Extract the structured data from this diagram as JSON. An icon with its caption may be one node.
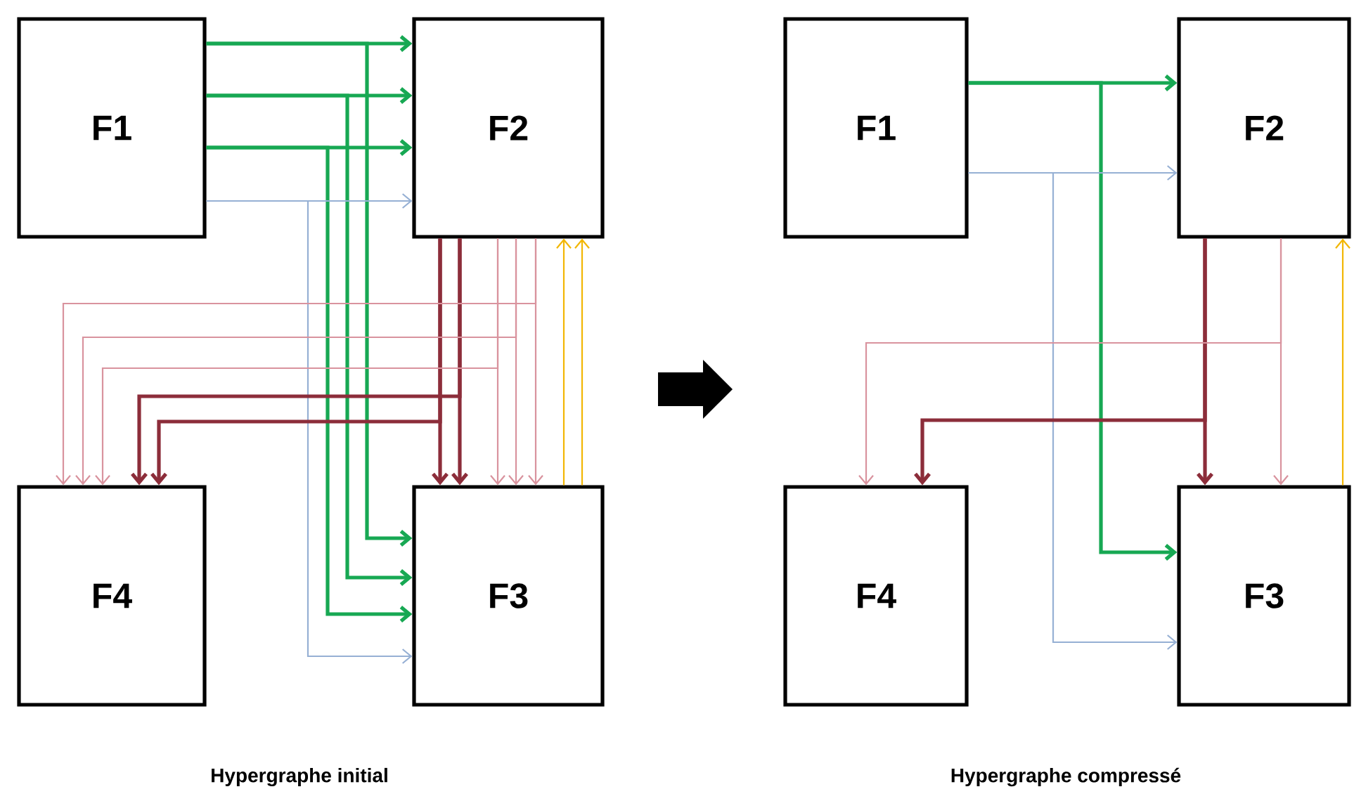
{
  "diagram": {
    "nodes": [
      {
        "text": [
          "F1"
        ]
      },
      {
        "text": [
          "F2"
        ]
      },
      {
        "text": [
          "F3"
        ]
      },
      {
        "text": [
          "F4"
        ]
      },
      {
        "text": [
          "F1"
        ]
      },
      {
        "text": [
          "F2"
        ]
      },
      {
        "text": [
          "F3"
        ]
      },
      {
        "text": [
          "F4"
        ]
      }
    ],
    "edges": [
      {
        "from": 0,
        "to": 1,
        "arrow": "to",
        "style": "thick",
        "color": "#17a853"
      },
      {
        "from": 0,
        "to": 2,
        "arrow": "to",
        "style": "thick",
        "color": "#17a853"
      },
      {
        "from": 0,
        "to": 1,
        "arrow": "to",
        "style": "thick",
        "color": "#17a853"
      },
      {
        "from": 0,
        "to": 2,
        "arrow": "to",
        "style": "thick",
        "color": "#17a853"
      },
      {
        "from": 0,
        "to": 1,
        "arrow": "to",
        "style": "thick",
        "color": "#17a853"
      },
      {
        "from": 0,
        "to": 2,
        "arrow": "to",
        "style": "thick",
        "color": "#17a853"
      },
      {
        "from": 0,
        "to": 1,
        "arrow": "to",
        "color": "#96b0d4"
      },
      {
        "from": 0,
        "to": 2,
        "arrow": "to",
        "color": "#96b0d4"
      },
      {
        "from": 1,
        "to": 2,
        "arrow": "to",
        "style": "thick",
        "color": "#8c2d3a"
      },
      {
        "from": 1,
        "to": 3,
        "arrow": "to",
        "style": "thick",
        "color": "#8c2d3a"
      },
      {
        "from": 1,
        "to": 2,
        "arrow": "to",
        "style": "thick",
        "color": "#8c2d3a"
      },
      {
        "from": 1,
        "to": 3,
        "arrow": "to",
        "style": "thick",
        "color": "#8c2d3a"
      },
      {
        "from": 1,
        "to": 2,
        "arrow": "to",
        "color": "#d9939e"
      },
      {
        "from": 1,
        "to": 3,
        "arrow": "to",
        "color": "#d9939e"
      },
      {
        "from": 1,
        "to": 2,
        "arrow": "to",
        "color": "#d9939e"
      },
      {
        "from": 1,
        "to": 3,
        "arrow": "to",
        "color": "#d9939e"
      },
      {
        "from": 1,
        "to": 2,
        "arrow": "to",
        "color": "#d9939e"
      },
      {
        "from": 1,
        "to": 3,
        "arrow": "to",
        "color": "#d9939e"
      },
      {
        "from": 2,
        "to": 1,
        "arrow": "to",
        "color": "#f2b705"
      },
      {
        "from": 2,
        "to": 1,
        "arrow": "to",
        "color": "#f2b705"
      },
      {
        "from": 4,
        "to": 5,
        "arrow": "to",
        "style": "thick",
        "color": "#17a853"
      },
      {
        "from": 4,
        "to": 6,
        "arrow": "to",
        "style": "thick",
        "color": "#17a853"
      },
      {
        "from": 4,
        "to": 5,
        "arrow": "to",
        "color": "#96b0d4"
      },
      {
        "from": 4,
        "to": 6,
        "arrow": "to",
        "color": "#96b0d4"
      },
      {
        "from": 5,
        "to": 6,
        "arrow": "to",
        "style": "thick",
        "color": "#8c2d3a"
      },
      {
        "from": 5,
        "to": 7,
        "arrow": "to",
        "style": "thick",
        "color": "#8c2d3a"
      },
      {
        "from": 5,
        "to": 6,
        "arrow": "to",
        "color": "#d9939e"
      },
      {
        "from": 5,
        "to": 7,
        "arrow": "to",
        "color": "#d9939e"
      },
      {
        "from": 6,
        "to": 5,
        "arrow": "to",
        "color": "#f2b705"
      }
    ],
    "labels": [
      "Hypergraphe initial",
      "Hypergraphe compressé"
    ]
  }
}
